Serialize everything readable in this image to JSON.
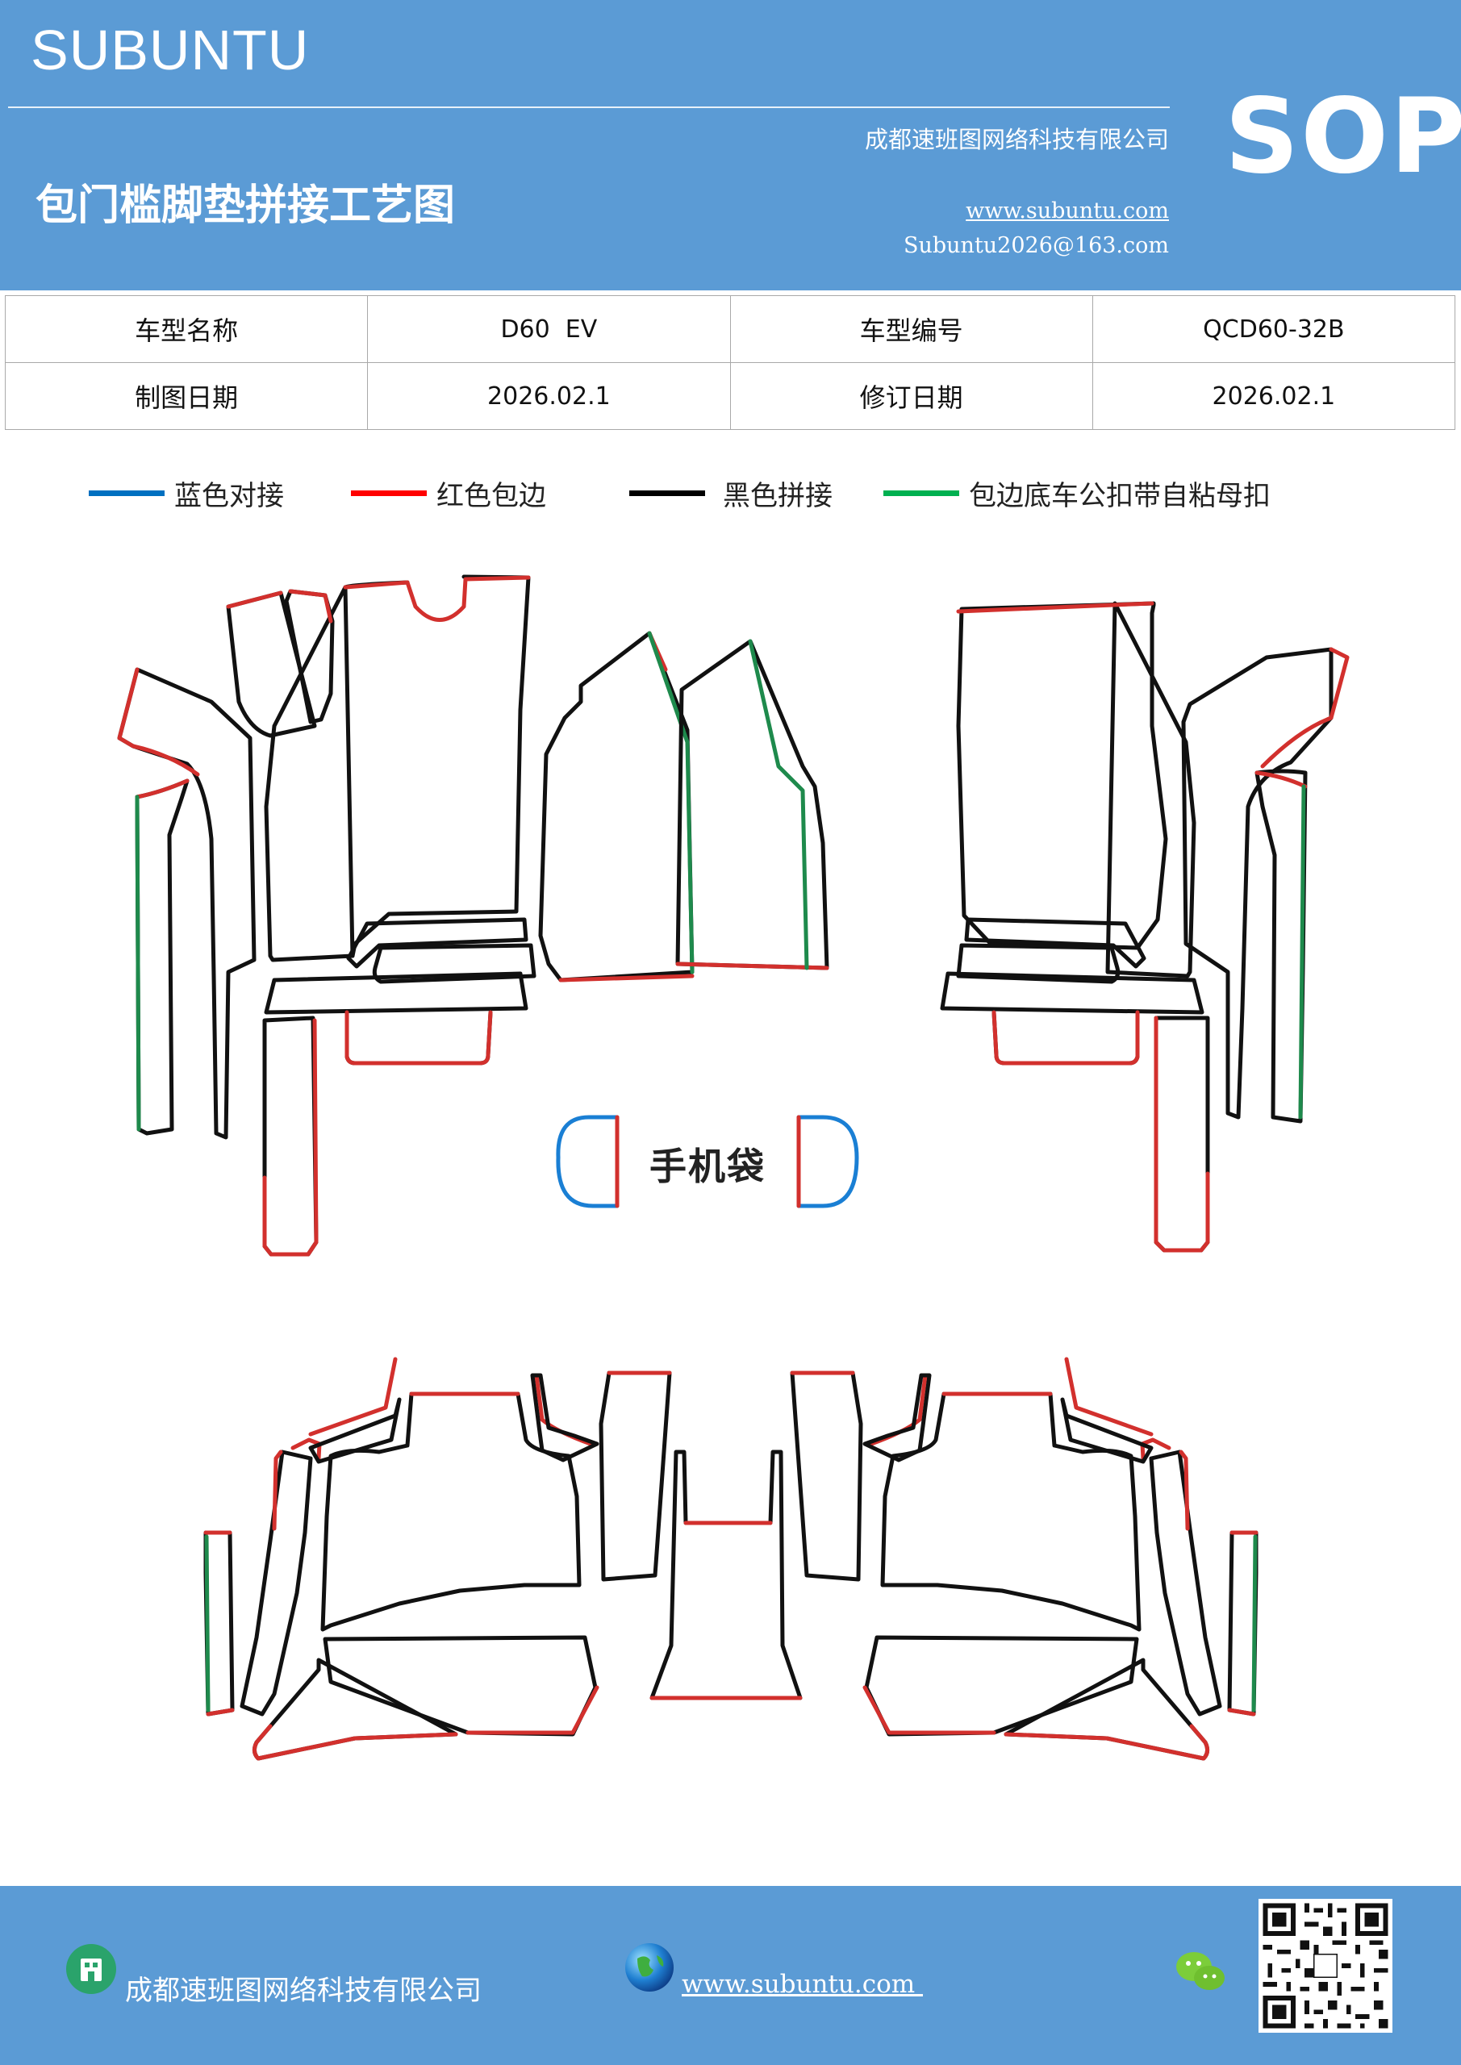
{
  "header": {
    "brand": "SUBUNTU",
    "company": "成都速班图网络科技有限公司",
    "title": "包门槛脚垫拼接工艺图",
    "url": "www.subuntu.com",
    "email": "Subuntu2026@163.com",
    "badge": "SOP",
    "background_color": "#5b9bd5"
  },
  "info_table": {
    "rows": [
      {
        "label1": "车型名称",
        "value1": "D60  EV",
        "label2": "车型编号",
        "value2": "QCD60-32B"
      },
      {
        "label1": "制图日期",
        "value1": "2026.02.1",
        "label2": "修订日期",
        "value2": "2026.02.1"
      }
    ]
  },
  "legend": [
    {
      "color": "#0070c0",
      "label": "蓝色对接"
    },
    {
      "color": "#ff0000",
      "label": "红色包边"
    },
    {
      "color": "#000000",
      "label": "黑色拼接"
    },
    {
      "color": "#00b050",
      "label": "包边底车公扣带自粘母扣"
    }
  ],
  "diagram": {
    "phone_pocket_label": "手机袋",
    "colors": {
      "blue": "#1a7fd4",
      "red": "#d2302d",
      "black": "#111111",
      "green": "#1e8a4c"
    }
  },
  "footer": {
    "company": "成都速班图网络科技有限公司",
    "url": "www.subuntu.com ",
    "icons": [
      "building-icon",
      "globe-icon",
      "wechat-icon",
      "qr-code"
    ]
  }
}
